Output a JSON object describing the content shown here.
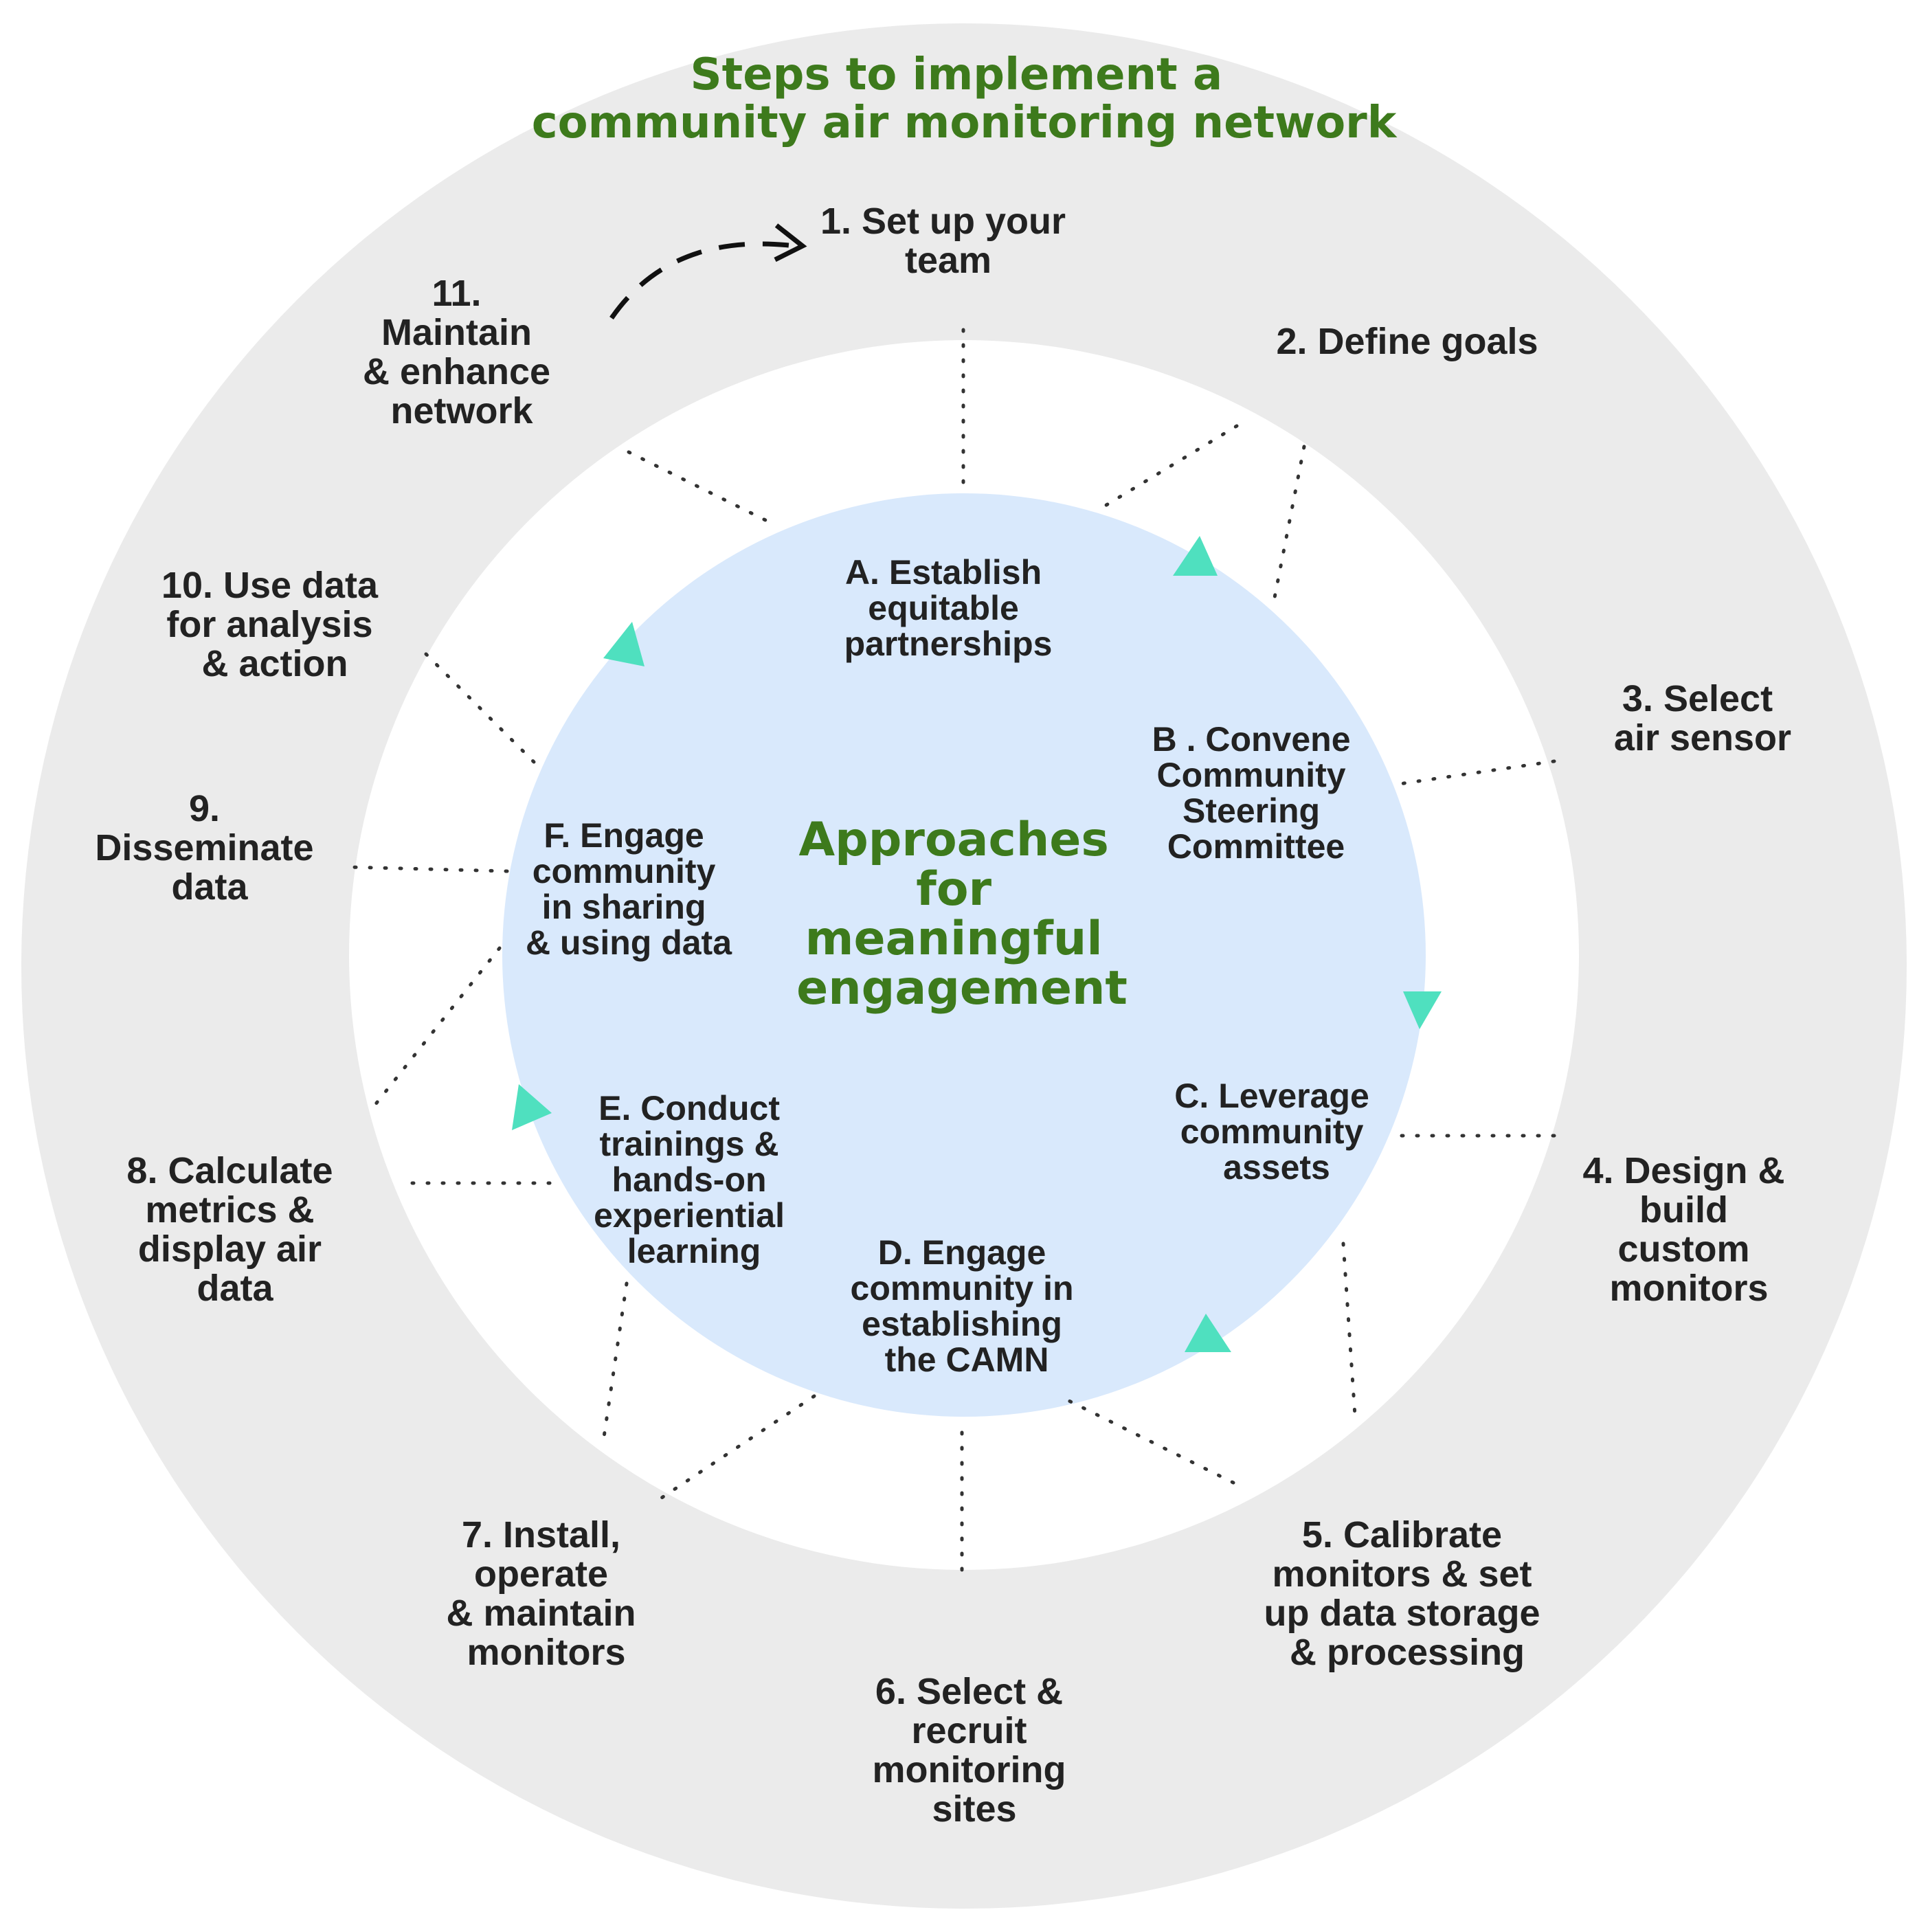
{
  "title": [
    "Steps to implement a",
    "community air monitoring network"
  ],
  "center": [
    "Approaches",
    "for",
    "meaningful",
    "engagement"
  ],
  "colors": {
    "outer_ring": "#ebebeb",
    "core_circle": "#d9e9fc",
    "accent_green": "#3d7a1c",
    "arrow_teal": "#4fe0bf",
    "text": "#222222"
  },
  "steps": [
    {
      "id": "1",
      "lines": [
        "1. Set up your",
        "team"
      ]
    },
    {
      "id": "2",
      "lines": [
        "2. Define goals"
      ]
    },
    {
      "id": "3",
      "lines": [
        "3. Select",
        "air sensor"
      ]
    },
    {
      "id": "4",
      "lines": [
        "4. Design &",
        "build",
        "custom",
        "monitors"
      ]
    },
    {
      "id": "5",
      "lines": [
        "5. Calibrate",
        "monitors & set",
        "up data storage",
        "& processing"
      ]
    },
    {
      "id": "6",
      "lines": [
        "6. Select &",
        "recruit",
        "monitoring",
        "sites"
      ]
    },
    {
      "id": "7",
      "lines": [
        "7. Install,",
        "operate",
        "& maintain",
        "monitors"
      ]
    },
    {
      "id": "8",
      "lines": [
        "8. Calculate",
        "metrics &",
        "display air",
        "data"
      ]
    },
    {
      "id": "9",
      "lines": [
        "9.",
        "Disseminate",
        "data"
      ]
    },
    {
      "id": "10",
      "lines": [
        "10. Use data",
        "for analysis",
        "& action"
      ]
    },
    {
      "id": "11",
      "lines": [
        "11.",
        "Maintain",
        "& enhance",
        "network"
      ]
    }
  ],
  "approaches": [
    {
      "id": "A",
      "lines": [
        "A. Establish",
        "equitable",
        "partnerships"
      ]
    },
    {
      "id": "B",
      "lines": [
        "B . Convene",
        "Community",
        "Steering",
        "Committee"
      ]
    },
    {
      "id": "C",
      "lines": [
        "C.  Leverage",
        "community",
        "assets"
      ]
    },
    {
      "id": "D",
      "lines": [
        "D. Engage",
        "community in",
        "establishing",
        "the CAMN"
      ]
    },
    {
      "id": "E",
      "lines": [
        "E. Conduct",
        "trainings &",
        "hands-on",
        "experiential",
        "learning"
      ]
    },
    {
      "id": "F",
      "lines": [
        "F. Engage",
        "community",
        "in sharing",
        "& using data"
      ]
    }
  ]
}
